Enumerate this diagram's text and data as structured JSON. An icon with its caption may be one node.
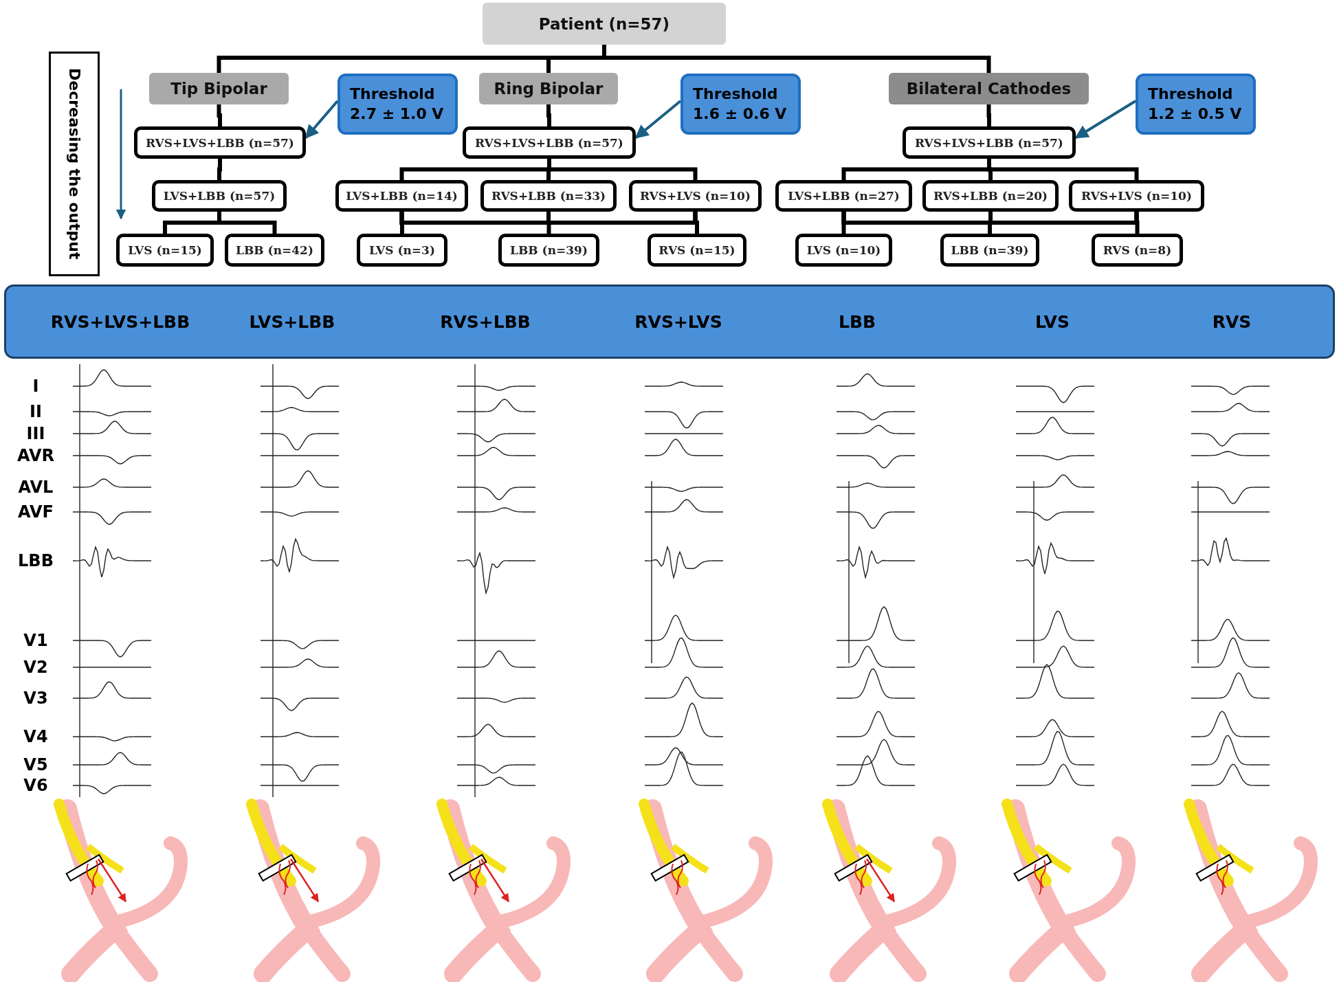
{
  "diagram": {
    "nodes": [
      {
        "text": [
          "Patient (n=57)"
        ]
      },
      {
        "text": [
          "Decreasing the output"
        ]
      },
      {
        "text": [
          "Tip Bipolar"
        ]
      },
      {
        "text": [
          "Threshold 2.7 ± 1.0 V"
        ]
      },
      {
        "text": [
          "Ring Bipolar"
        ]
      },
      {
        "text": [
          "Threshold 1.6 ± 0.6 V"
        ]
      },
      {
        "text": [
          "Bilateral Cathodes"
        ]
      },
      {
        "text": [
          "Threshold 1.2 ± 0.5 V"
        ]
      },
      {
        "text": [
          "RVS+LVS+LBB (n=57)"
        ]
      },
      {
        "text": [
          "RVS+LVS+LBB (n=57)"
        ]
      },
      {
        "text": [
          "RVS+LVS+LBB (n=57)"
        ]
      },
      {
        "text": [
          "LVS+LBB (n=57)"
        ]
      },
      {
        "text": [
          "LVS+LBB (n=14)"
        ]
      },
      {
        "text": [
          "RVS+LBB (n=33)"
        ]
      },
      {
        "text": [
          "RVS+LVS (n=10)"
        ]
      },
      {
        "text": [
          "LVS+LBB (n=27)"
        ]
      },
      {
        "text": [
          "RVS+LBB (n=20)"
        ]
      },
      {
        "text": [
          "RVS+LVS (n=10)"
        ]
      },
      {
        "text": [
          "LVS (n=15)"
        ]
      },
      {
        "text": [
          "LBB (n=42)"
        ]
      },
      {
        "text": [
          "LVS (n=3)"
        ]
      },
      {
        "text": [
          "LBB (n=39)"
        ]
      },
      {
        "text": [
          "RVS (n=15)"
        ]
      },
      {
        "text": [
          "LVS (n=10)"
        ]
      },
      {
        "text": [
          "LBB (n=39)"
        ]
      },
      {
        "text": [
          "RVS (n=8)"
        ]
      },
      {
        "text": [
          "RVS+LVS+LBB",
          "LVS+LBB",
          "RVS+LBB",
          "RVS+LVS",
          "LBB",
          "LVS",
          "RVS"
        ]
      }
    ],
    "edges": [
      {
        "from": 0,
        "to": 2,
        "arrow": "none"
      },
      {
        "from": 0,
        "to": 4,
        "arrow": "none"
      },
      {
        "from": 0,
        "to": 6,
        "arrow": "none"
      },
      {
        "from": 2,
        "to": 8,
        "arrow": "none"
      },
      {
        "from": 4,
        "to": 9,
        "arrow": "none"
      },
      {
        "from": 6,
        "to": 10,
        "arrow": "none"
      },
      {
        "from": 3,
        "to": 8,
        "arrow": "to",
        "color": "#1b5f82"
      },
      {
        "from": 5,
        "to": 9,
        "arrow": "to",
        "color": "#1b5f82"
      },
      {
        "from": 7,
        "to": 10,
        "arrow": "to",
        "color": "#1b5f82"
      },
      {
        "from": 8,
        "to": 11,
        "arrow": "none"
      },
      {
        "from": 9,
        "to": 12,
        "arrow": "none"
      },
      {
        "from": 9,
        "to": 13,
        "arrow": "none"
      },
      {
        "from": 9,
        "to": 14,
        "arrow": "none"
      },
      {
        "from": 10,
        "to": 15,
        "arrow": "none"
      },
      {
        "from": 10,
        "to": 16,
        "arrow": "none"
      },
      {
        "from": 10,
        "to": 17,
        "arrow": "none"
      },
      {
        "from": 11,
        "to": 18,
        "arrow": "none"
      },
      {
        "from": 11,
        "to": 19,
        "arrow": "none"
      },
      {
        "from": 12,
        "to": 20,
        "arrow": "none"
      },
      {
        "from": 12,
        "to": 21,
        "arrow": "none"
      },
      {
        "from": 12,
        "to": 22,
        "arrow": "none"
      },
      {
        "from": 13,
        "to": 20,
        "arrow": "none"
      },
      {
        "from": 13,
        "to": 21,
        "arrow": "none"
      },
      {
        "from": 13,
        "to": 22,
        "arrow": "none"
      },
      {
        "from": 14,
        "to": 20,
        "arrow": "none"
      },
      {
        "from": 14,
        "to": 21,
        "arrow": "none"
      },
      {
        "from": 14,
        "to": 22,
        "arrow": "none"
      },
      {
        "from": 15,
        "to": 23,
        "arrow": "none"
      },
      {
        "from": 15,
        "to": 24,
        "arrow": "none"
      },
      {
        "from": 15,
        "to": 25,
        "arrow": "none"
      },
      {
        "from": 16,
        "to": 23,
        "arrow": "none"
      },
      {
        "from": 16,
        "to": 24,
        "arrow": "none"
      },
      {
        "from": 16,
        "to": 25,
        "arrow": "none"
      },
      {
        "from": 17,
        "to": 23,
        "arrow": "none"
      },
      {
        "from": 17,
        "to": 24,
        "arrow": "none"
      },
      {
        "from": 17,
        "to": 25,
        "arrow": "none"
      }
    ],
    "labels": [
      "I",
      "II",
      "III",
      "AVR",
      "AVL",
      "AVF",
      "LBB",
      "V1",
      "V2",
      "V3",
      "V4",
      "V5",
      "V6"
    ]
  }
}
